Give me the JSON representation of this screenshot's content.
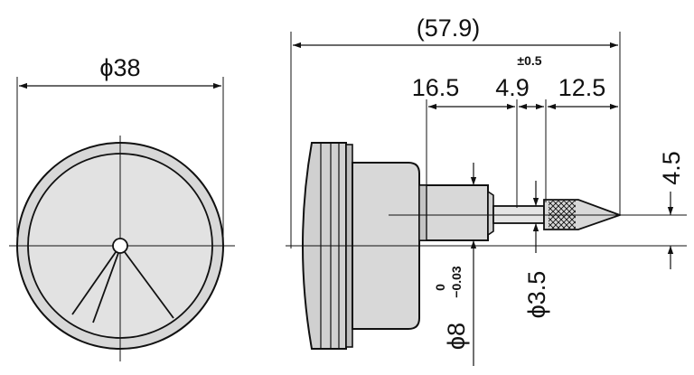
{
  "drawing": {
    "front_view": {
      "diameter_label": "ϕ38"
    },
    "side_view": {
      "overall_length_label": "(57.9)",
      "segment_1_label": "16.5",
      "segment_2_label": "4.9",
      "segment_2_tolerance": "±0.5",
      "segment_3_label": "12.5",
      "offset_label": "4.5",
      "stem_diameter_label": "ϕ8",
      "stem_tolerance_upper": "0",
      "stem_tolerance_lower": "−0.03",
      "tip_diameter_label": "ϕ3.5"
    }
  },
  "colors": {
    "line": "#111111",
    "body_fill": "#d8d8d8",
    "dark_fill": "#b8b8b8",
    "background": "#ffffff"
  }
}
